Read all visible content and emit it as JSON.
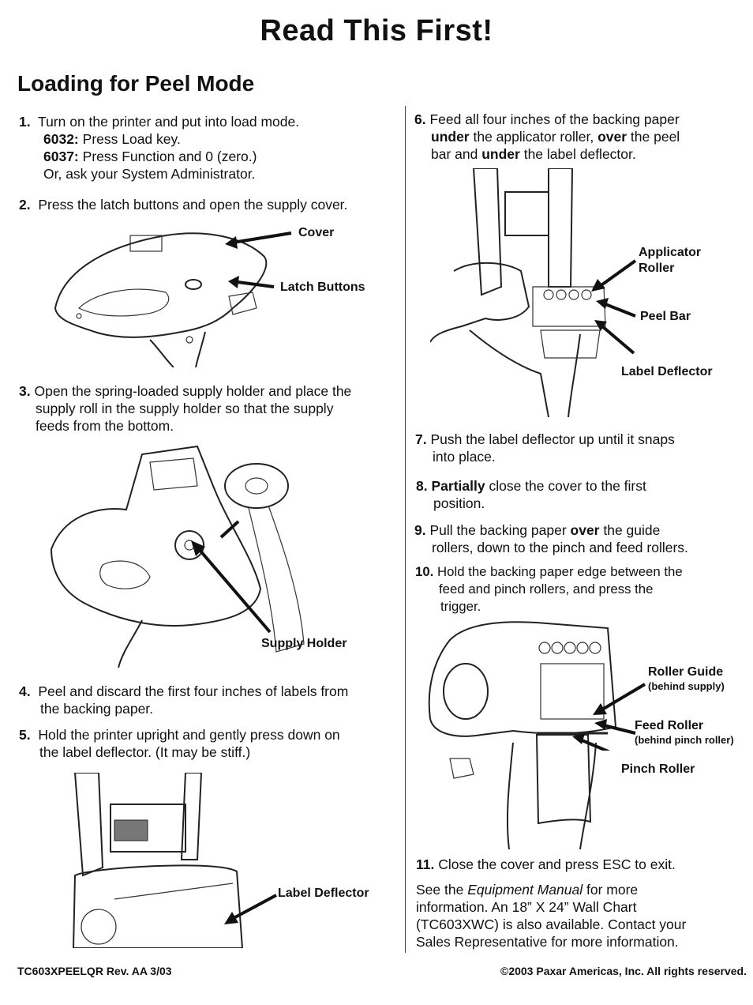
{
  "header": {
    "title": "Read This First!",
    "subtitle": "Loading for Peel Mode"
  },
  "steps": {
    "s1": {
      "num": "1.",
      "text": "Turn on the printer and put into load mode.",
      "m1_label": "6032:",
      "m1_text": "Press Load key.",
      "m2_label": "6037:",
      "m2_text": "Press Function and 0 (zero.)",
      "alt": "Or, ask your System Administrator."
    },
    "s2": {
      "num": "2.",
      "text": "Press the latch buttons and open the  supply cover."
    },
    "s3": {
      "num": "3.",
      "line1": "Open the spring-loaded supply holder and place the",
      "line2": "supply roll in the supply holder so that the supply",
      "line3": "feeds from the bottom."
    },
    "s4": {
      "num": "4.",
      "line1": "Peel and discard the first four inches of labels from",
      "line2": "the backing paper."
    },
    "s5": {
      "num": "5.",
      "line1": "Hold the printer upright and gently press down on",
      "line2": "the label deflector. (It may be stiff.)"
    },
    "s6": {
      "num": "6.",
      "line1": "Feed all four inches of the backing paper",
      "under1": "under",
      "mid1": " the applicator roller, ",
      "over1": "over",
      "end1": " the peel",
      "line3a": "bar and ",
      "under2": "under",
      "line3b": " the label deflector."
    },
    "s7": {
      "num": "7.",
      "line1": "Push the label deflector up until it snaps",
      "line2": "into place."
    },
    "s8": {
      "num": "8.",
      "bold": "Partially",
      "line1": " close the cover to the first",
      "line2": "position."
    },
    "s9": {
      "num": "9.",
      "line1a": "Pull the backing paper ",
      "over": "over",
      "line1b": " the guide",
      "line2": "rollers, down to the pinch and feed rollers."
    },
    "s10": {
      "num": "10.",
      "line1": "Hold the backing paper edge between the",
      "line2": "feed and pinch rollers, and press the",
      "line3": "trigger."
    },
    "s11": {
      "num": "11.",
      "text": "Close the cover and press ESC to exit."
    }
  },
  "more_info": {
    "a": "See the ",
    "manual": "Equipment Manual",
    "b": " for more",
    "l2": "information.  An 18” X 24” Wall Chart",
    "l3": "(TC603XWC) is also available. Contact your",
    "l4": "Sales Representative for more information."
  },
  "callouts": {
    "cover": "Cover",
    "latch": "Latch Buttons",
    "supply_holder": "Supply Holder",
    "label_deflector_left": "Label Deflector",
    "applicator1": "Applicator",
    "applicator2": "Roller",
    "peel_bar": "Peel Bar",
    "label_deflector_right": "Label Deflector",
    "roller_guide": "Roller Guide",
    "roller_guide_note": "(behind supply)",
    "feed_roller": "Feed Roller",
    "feed_roller_note": "(behind pinch roller)",
    "pinch_roller": "Pinch Roller"
  },
  "footer": {
    "left": "TC603XPEELQR   Rev. AA   3/03",
    "right": "©2003 Paxar Americas, Inc.  All rights reserved."
  }
}
